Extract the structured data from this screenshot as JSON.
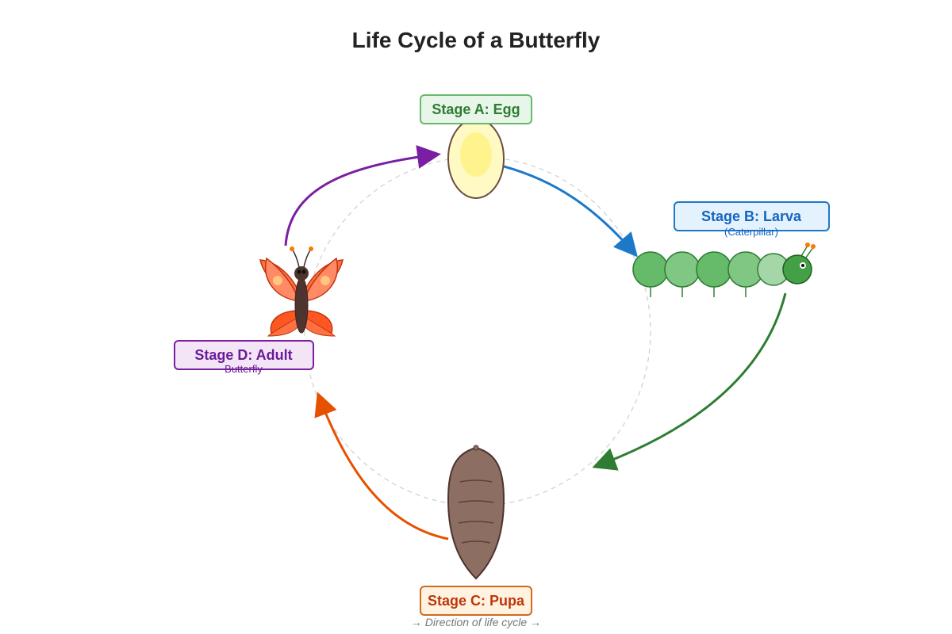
{
  "title": "Life Cycle of a Butterfly",
  "stages": {
    "egg": {
      "label": "Stage A: Egg",
      "sublabel": ""
    },
    "larva": {
      "label": "Stage B: Larva",
      "sublabel": "(Caterpillar)"
    },
    "pupa": {
      "label": "Stage C: Pupa",
      "sublabel": ""
    },
    "adult": {
      "label": "Stage D: Adult",
      "sublabel": "Butterfly"
    }
  },
  "direction_note": "→ Direction of life cycle →",
  "colors": {
    "egg": "#2e7d32",
    "egg_box_fill": "#e8f5e9",
    "egg_box_stroke": "#66bb6a",
    "larva": "#1565c0",
    "larva_box_fill": "#e3f2fd",
    "larva_box_stroke": "#1e78c8",
    "pupa": "#bf360c",
    "pupa_box_fill": "#fff3e0",
    "pupa_box_stroke": "#d2691e",
    "adult": "#6a1b9a",
    "adult_box_fill": "#f3e5f5",
    "adult_box_stroke": "#7b1fa2",
    "arrow_egg_to_larva": "#1e78c8",
    "arrow_larva_to_pupa": "#2e7d32",
    "arrow_pupa_to_adult": "#e65100",
    "arrow_adult_to_egg": "#7b1fa2"
  }
}
